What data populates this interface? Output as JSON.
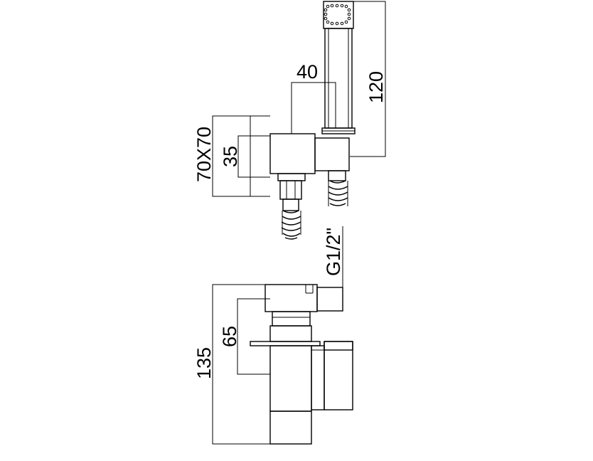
{
  "dimensions": {
    "d40": "40",
    "d120": "120",
    "d70x70": "70X70",
    "d35": "35",
    "dG12": "G1/2\"",
    "d65": "65",
    "d135": "135"
  },
  "colors": {
    "line": "#000000",
    "background": "#ffffff"
  }
}
